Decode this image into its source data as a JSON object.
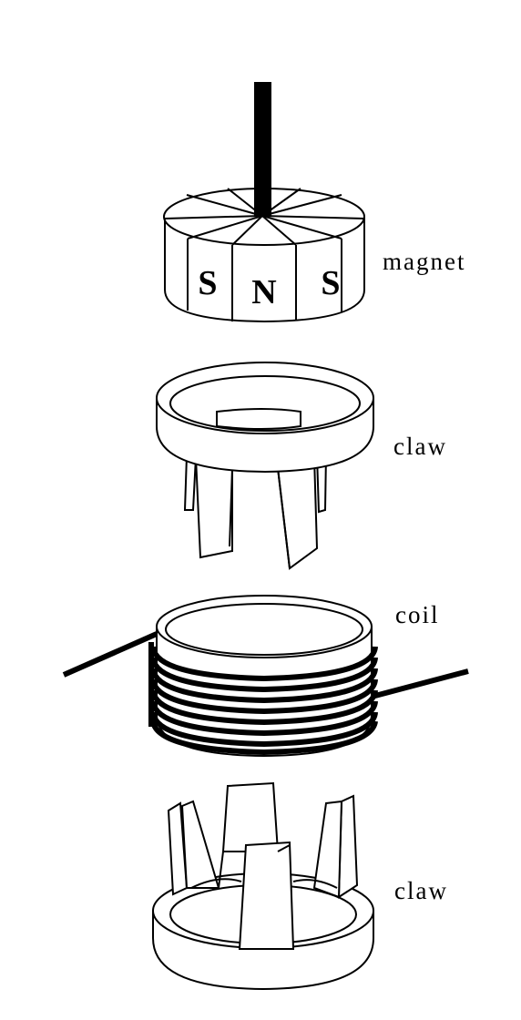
{
  "labels": {
    "magnet": "magnet",
    "claw_top": "claw",
    "coil": "coil",
    "claw_bottom": "claw"
  },
  "poles": {
    "left": "S",
    "center": "N",
    "right": "S"
  },
  "colors": {
    "ink": "#000000",
    "background": "#ffffff"
  }
}
